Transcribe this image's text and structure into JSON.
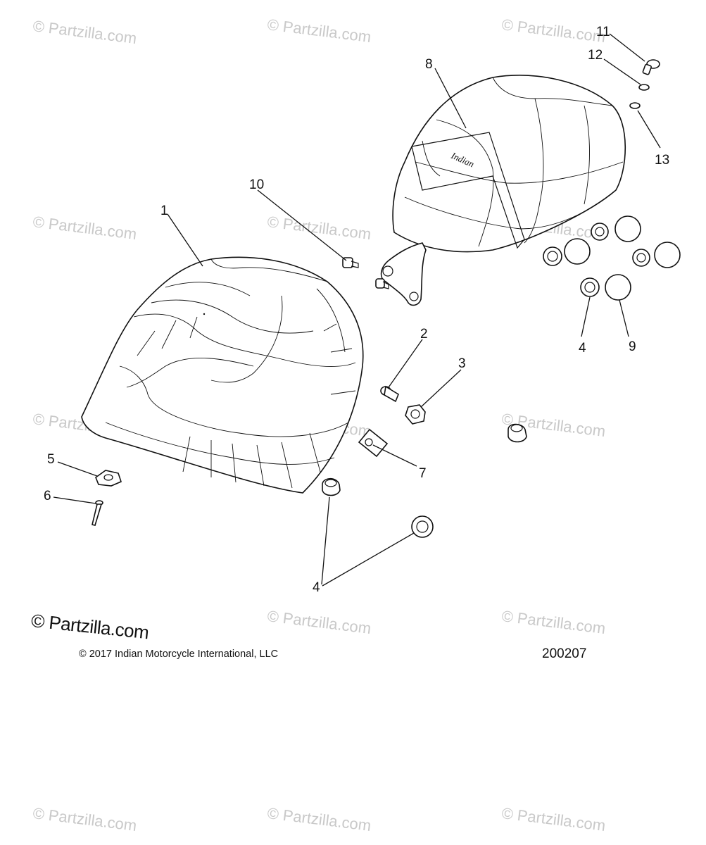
{
  "watermark": "© Partzilla.com",
  "callouts": {
    "c1": "1",
    "c2": "2",
    "c3": "3",
    "c4a": "4",
    "c4b": "4",
    "c5": "5",
    "c6": "6",
    "c7": "7",
    "c8": "8",
    "c9": "9",
    "c10": "10",
    "c11": "11",
    "c12": "12",
    "c13": "13"
  },
  "footer": {
    "watermark_large": "© Partzilla.com",
    "copyright": "© 2017 Indian Motorcycle International, LLC",
    "diagram_id": "200207"
  }
}
